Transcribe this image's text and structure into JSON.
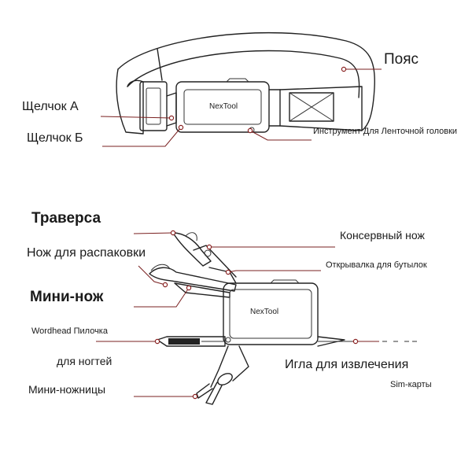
{
  "labels": {
    "belt": "Пояс",
    "clip_a": "Щелчок А",
    "clip_b": "Щелчок Б",
    "head_tool": "Инструмент Для Ленточной головки",
    "traverse": "Траверса",
    "can_opener": "Консервный нож",
    "unpacking_knife": "Нож для распаковки",
    "bottle_opener": "Открывалка для бутылок",
    "mini_knife": "Мини-нож",
    "file_line1": "Wordhead Пилочка",
    "file_line2": "для ногтей",
    "sim_line1": "Игла для извлечения",
    "sim_line2": "Sim-карты",
    "mini_scissors": "Мини-ножницы"
  },
  "brand": {
    "buckle": "NexTool",
    "tool": "NexTool"
  },
  "colors": {
    "ink": "#222222",
    "leader": "#8a2222",
    "background": "#ffffff"
  }
}
